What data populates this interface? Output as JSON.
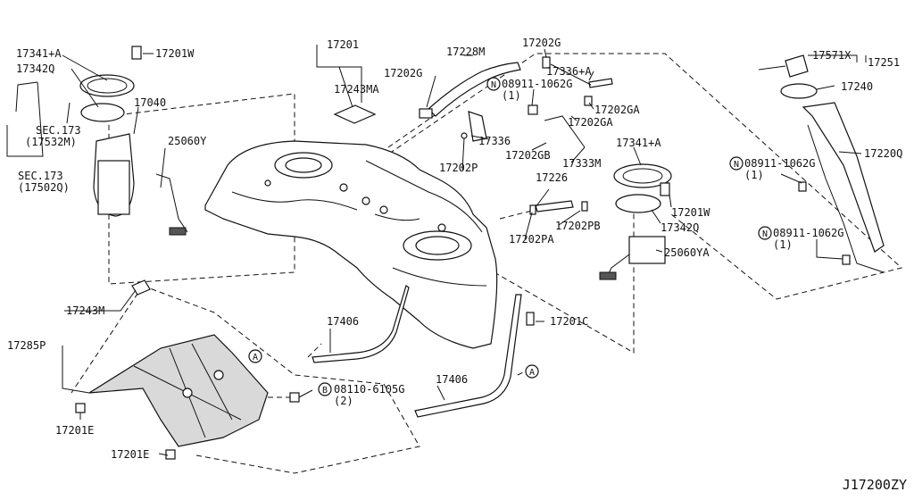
{
  "diagram_id": "J17200ZY",
  "symbols": {
    "n_marker": "N",
    "b_marker": "B",
    "a_marker": "A"
  },
  "labels": {
    "p17341a_l": "17341+A",
    "p17201w_t": "17201W",
    "p17342q_l": "17342Q",
    "p17040": "17040",
    "sec173_a": "SEC.173",
    "sec173_a_sub": "(17532M)",
    "p25060y": "25060Y",
    "sec173_b": "SEC.173",
    "sec173_b_sub": "(17502Q)",
    "p17201": "17201",
    "p17243ma": "17243MA",
    "p17202g_l": "17202G",
    "p17228m": "17228M",
    "p17202g_t": "17202G",
    "p17336a": "17336+A",
    "n08911_a": "08911-1062G",
    "n08911_a_qty": "(1)",
    "p17202ga_1": "17202GA",
    "p17202ga_2": "17202GA",
    "p17202gb": "17202GB",
    "p17336": "17336",
    "p17333m": "17333M",
    "p17202p": "17202P",
    "p17341a_r": "17341+A",
    "p17226": "17226",
    "p17201w_r": "17201W",
    "p17202pb": "17202PB",
    "p17342q_r": "17342Q",
    "p17202pa": "17202PA",
    "p25060ya": "25060YA",
    "p17571x": "17571X",
    "p17251": "17251",
    "p17240": "17240",
    "p17220q": "17220Q",
    "n08911_b": "08911-1062G",
    "n08911_b_qty": "(1)",
    "n08911_c": "08911-1062G",
    "n08911_c_qty": "(1)",
    "p17243m": "17243M",
    "p17285p": "17285P",
    "p17201e_l": "17201E",
    "p17201e_b": "17201E",
    "p17406_l": "17406",
    "p17406_r": "17406",
    "p17201c": "17201C",
    "b08110": "08110-6105G",
    "b08110_qty": "(2)"
  }
}
